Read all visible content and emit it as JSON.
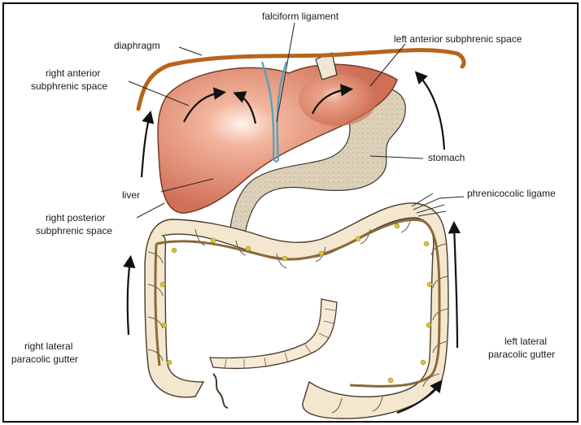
{
  "labels": {
    "falciform": "falciform ligament",
    "diaphragm": "diaphragm",
    "left_anterior": "left anterior subphrenic space",
    "right_anterior_1": "right anterior",
    "right_anterior_2": "subphrenic space",
    "stomach": "stomach",
    "liver": "liver",
    "phrenicocolic": "phrenicocolic ligame",
    "right_posterior_1": "right posterior",
    "right_posterior_2": "subphrenic space",
    "right_lateral_1": "right lateral",
    "right_lateral_2": "paracolic gutter",
    "left_lateral_1": "left lateral",
    "left_lateral_2": "paracolic gutter"
  },
  "colors": {
    "diaphragm": "#b5651d",
    "liver": "#d8826a",
    "stomach": "#d9cdb4",
    "colon": "#f3e7cf",
    "falciform": "#5bb0c9"
  }
}
